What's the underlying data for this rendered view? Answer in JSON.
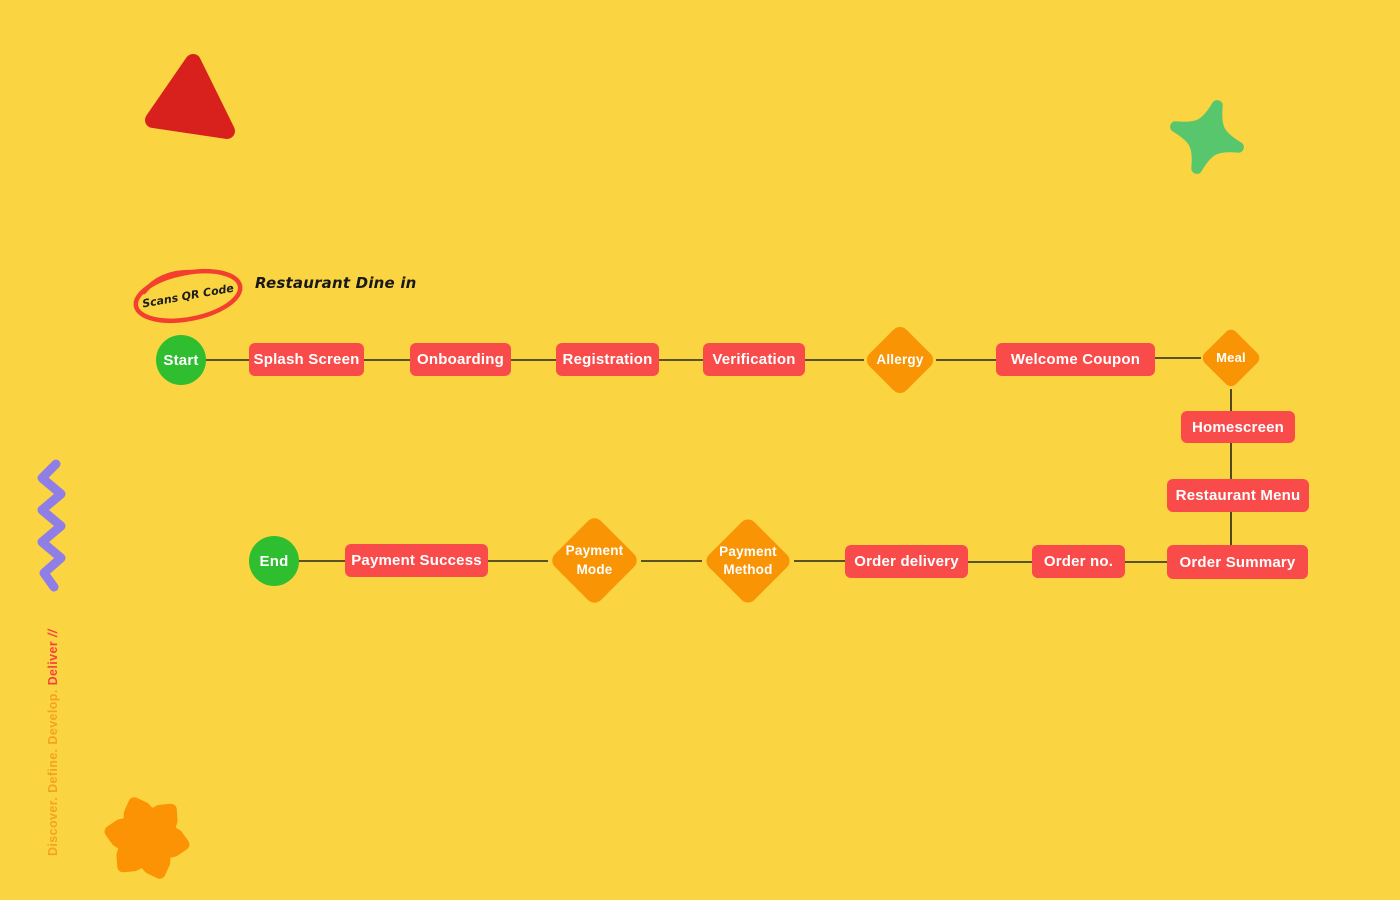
{
  "title": "Restaurant Dine in",
  "annotations": {
    "scan_label": "Scans QR Code",
    "process_phases": {
      "phases": "Discover. Define. Develop.",
      "active_phase": "Deliver",
      "suffix": "//"
    }
  },
  "colors": {
    "background": "#FBD441",
    "screen_node_red": "#FA4B4B",
    "decision_diamond_orange": "#F99405",
    "terminal_green": "#2EBE2F",
    "connector_black": "#26261A",
    "zigzag_purple": "#8F7EE6",
    "triangle_red": "#D8201D",
    "star_green": "#57C66C",
    "blob_orange": "#FB9304",
    "annotation_ellipse_red": "#F3402E"
  },
  "nodes": {
    "start": {
      "label": "Start",
      "type": "terminal"
    },
    "splash_screen": {
      "label": "Splash Screen",
      "type": "screen"
    },
    "onboarding": {
      "label": "Onboarding",
      "type": "screen"
    },
    "registration": {
      "label": "Registration",
      "type": "screen"
    },
    "verification": {
      "label": "Verification",
      "type": "screen"
    },
    "allergy": {
      "label": "Allergy",
      "type": "decision"
    },
    "welcome_coupon": {
      "label": "Welcome Coupon",
      "type": "screen"
    },
    "meal": {
      "label": "Meal",
      "type": "decision"
    },
    "homescreen": {
      "label": "Homescreen",
      "type": "screen"
    },
    "restaurant_menu": {
      "label": "Restaurant Menu",
      "type": "screen"
    },
    "order_summary": {
      "label": "Order Summary",
      "type": "screen"
    },
    "order_no": {
      "label": "Order no.",
      "type": "screen"
    },
    "order_delivery": {
      "label": "Order delivery",
      "type": "screen"
    },
    "payment_method": {
      "label": "Payment Method",
      "type": "decision"
    },
    "payment_mode": {
      "label": "Payment Mode",
      "type": "decision"
    },
    "payment_success": {
      "label": "Payment Success",
      "type": "screen"
    },
    "end": {
      "label": "End",
      "type": "terminal"
    }
  }
}
